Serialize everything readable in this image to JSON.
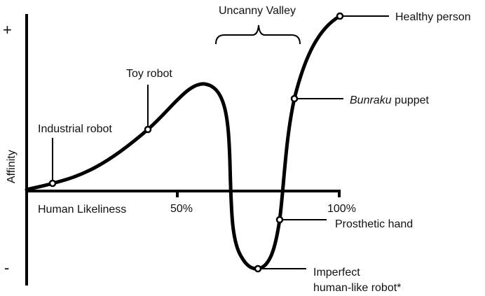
{
  "axes": {
    "y_label": "Affinity",
    "y_plus": "+",
    "y_minus": "-",
    "x_label": "Human Likeliness",
    "x_ticks": [
      "50%",
      "100%"
    ]
  },
  "region": {
    "label": "Uncanny Valley"
  },
  "points": [
    {
      "label": "Industrial robot"
    },
    {
      "label": "Toy robot"
    },
    {
      "label_italic": "Bunraku",
      "label_rest": " puppet"
    },
    {
      "label": "Healthy person"
    },
    {
      "label": "Prosthetic hand"
    },
    {
      "label_line1": "Imperfect",
      "label_line2": "human-like robot*"
    }
  ]
}
